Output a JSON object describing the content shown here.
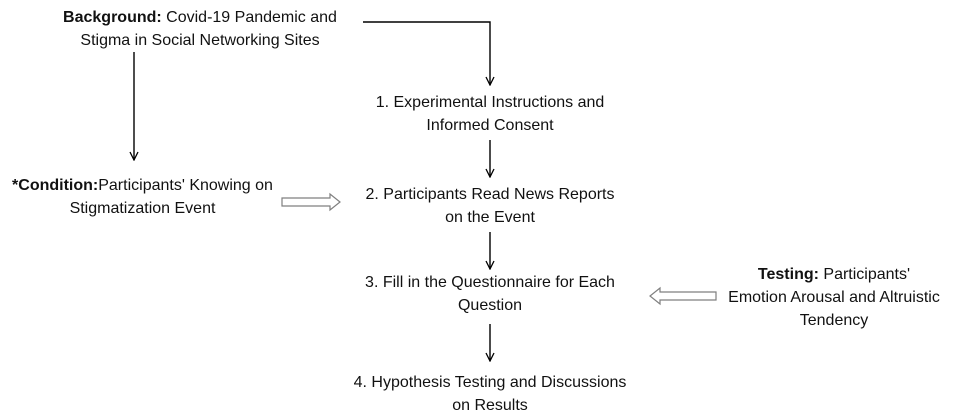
{
  "background": {
    "label": "Background:",
    "line1": "Covid-19 Pandemic and",
    "line2": "Stigma in Social Networking Sites"
  },
  "condition": {
    "label": "*Condition:",
    "line1": "Participants' Knowing on",
    "line2": "Stigmatization Event"
  },
  "testing": {
    "label": "Testing:",
    "line1": "Participants'",
    "line2": "Emotion Arousal and Altruistic",
    "line3": "Tendency"
  },
  "steps": [
    {
      "line1": "1. Experimental Instructions and",
      "line2": "Informed Consent"
    },
    {
      "line1": "2. Participants Read News Reports",
      "line2": "on the Event"
    },
    {
      "line1": "3. Fill in the Questionnaire for Each",
      "line2": "Question"
    },
    {
      "line1": "4.  Hypothesis Testing and Discussions",
      "line2": "on Results"
    }
  ],
  "colors": {
    "text": "#111111",
    "arrow": "#000000",
    "hollow_arrow": "#7f7f7f"
  }
}
